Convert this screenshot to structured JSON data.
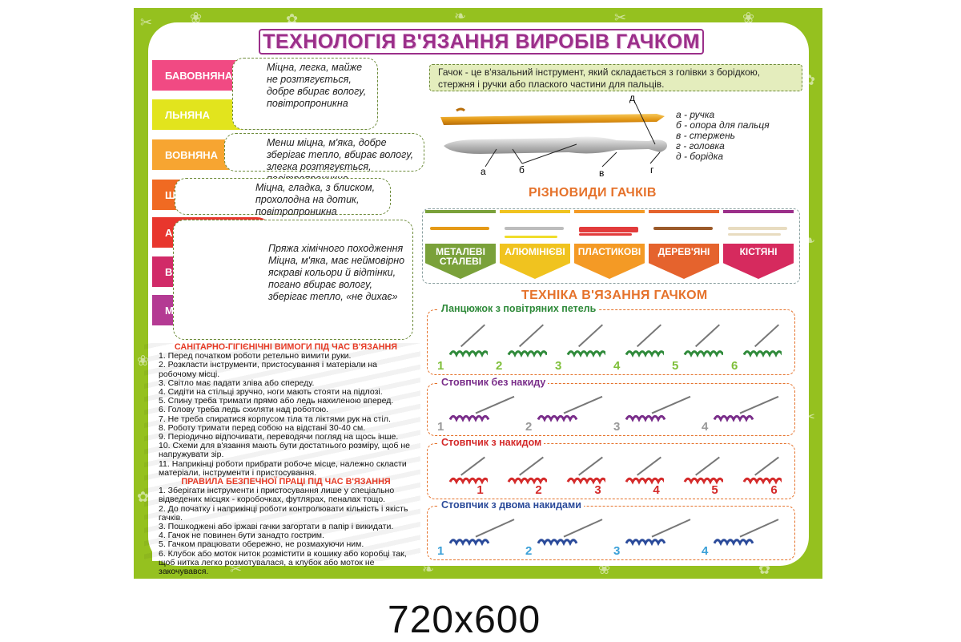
{
  "title": "ТЕХНОЛОГІЯ В'ЯЗАННЯ ВИРОБІВ ГАЧКОМ",
  "size_label": "720x600",
  "yarns": [
    {
      "name": "БАВОВНЯНА",
      "color": "#f14a83",
      "ball": "#e8597b",
      "desc": "Міцна, легка, майже не розтягується, добре вбирає вологу, повітропроникна"
    },
    {
      "name": "ЛЬНЯНА",
      "color": "#e2e41d",
      "ball": "#b89a6a",
      "desc": "Менш міцна, м'яка, добре зберігає тепло, вбирає вологу, злегка розтягується, повітропроникна"
    },
    {
      "name": "ВОВНЯНА",
      "color": "#f7a531",
      "ball": "#1f2b3a",
      "desc": "Міцна, гладка, з блиском, прохолодна на дотик, повітропроникна"
    },
    {
      "name": "ШОВКОВА",
      "color": "#f06a22",
      "ball": "#2b43a3"
    },
    {
      "name": "АКРИЛОВА",
      "color": "#e8362d",
      "ball": "#c99be0",
      "desc": "Пряжа хімічного походження Міцна, м'яка, має неймовірно яскраві кольори й відтінки, погано вбирає вологу, зберігає тепло, «не дихає»"
    },
    {
      "name": "ВІСКОЗНА",
      "color": "#d12b68",
      "ball": "#0f6b5a"
    },
    {
      "name": "МІКРОФІБРА",
      "color": "#b43a93",
      "ball": "#b59be0"
    }
  ],
  "hygiene": {
    "heading": "САНІТАРНО-ГІГІЄНІЧНІ ВИМОГИ ПІД ЧАС В'ЯЗАННЯ",
    "items": [
      "1. Перед початком роботи ретельно вимити руки.",
      "2. Розкласти інструменти, пристосування і матеріали на робочому місці.",
      "3. Світло має падати зліва або спереду.",
      "4. Сидіти на стільці зручно, ноги мають стояти на підлозі.",
      "5. Спину треба тримати прямо або ледь нахиленою вперед.",
      "6. Голову треба ледь схиляти над роботою.",
      "7. Не треба спиратися корпусом тіла та ліктями рук на стіл.",
      "8. Роботу тримати перед собою на відстані 30-40 см.",
      "9. Періодично відпочивати, переводячи погляд на щось інше.",
      "10. Схеми для в'язання мають бути достатнього розміру, щоб не напружувати зір.",
      "11. Наприкінці роботи прибрати робоче місце, належно скласти матеріали, інструменти і пристосування."
    ]
  },
  "safety": {
    "heading": "ПРАВИЛА БЕЗПЕЧНОЇ ПРАЦІ ПІД ЧАС В'ЯЗАННЯ",
    "items": [
      "1. Зберігати інструменти і пристосування лише у спеціально відведених місцях - коробочках, футлярах, пеналах тощо.",
      "2. До початку і наприкінці роботи контролювати кількість і якість гачків.",
      "3. Пошкоджені або іржаві гачки загортати в папір і викидати.",
      "4. Гачок не повинен бути занадто гострим.",
      "5. Гачком працювати обережно, не розмахуючи ним.",
      "6. Клубок або моток ниток розмістити в кошику або коробці так, щоб нитка легко розмотувалася, а клубок або моток не закочувався."
    ]
  },
  "hook_info": "Гачок - це в'язальний інструмент, який складається з голівки з борідкою, стержня і ручки або плаского частини для пальців.",
  "hook_letters": {
    "a": "а",
    "b": "б",
    "v": "в",
    "g": "г",
    "d": "д"
  },
  "hook_legend": [
    "а - ручка",
    "б - опора для пальця",
    "в - стержень",
    "г - головка",
    "д - борідка"
  ],
  "types_heading": "РІЗНОВИДИ ГАЧКІВ",
  "hook_types": [
    {
      "label": "МЕТАЛЕВІ СТАЛЕВІ",
      "color": "#7aa13a",
      "top": "#7aa13a"
    },
    {
      "label": "АЛЮМІНІЄВІ",
      "color": "#f0c31f",
      "top": "#f0c31f"
    },
    {
      "label": "ПЛАСТИКОВІ",
      "color": "#f49a25",
      "top": "#f49a25"
    },
    {
      "label": "ДЕРЕВ'ЯНІ",
      "color": "#e5632d",
      "top": "#e5632d"
    },
    {
      "label": "КІСТЯНІ",
      "color": "#d62a5e",
      "top": "#9b2f8a"
    }
  ],
  "technique_heading": "ТЕХНІКА В'ЯЗАННЯ ГАЧКОМ",
  "techniques": [
    {
      "label": "Ланцюжок з повітряних петель",
      "color": "#2f8a3a",
      "nums": [
        "1",
        "2",
        "3",
        "4",
        "5",
        "6"
      ],
      "numcolor": "#7fbf3a"
    },
    {
      "label": "Стовпчик без накиду",
      "color": "#7a2e8a",
      "nums": [
        "1",
        "2",
        "3",
        "4"
      ],
      "numcolor": "#999999"
    },
    {
      "label": "Стовпчик з накидом",
      "color": "#d42a2a",
      "nums": [
        "1",
        "2",
        "3",
        "4",
        "5",
        "6"
      ],
      "numcolor": "#d42a2a"
    },
    {
      "label": "Стовпчик з двома накидами",
      "color": "#2a4a9a",
      "nums": [
        "1",
        "2",
        "3",
        "4"
      ],
      "numcolor": "#3aa0d8"
    }
  ]
}
